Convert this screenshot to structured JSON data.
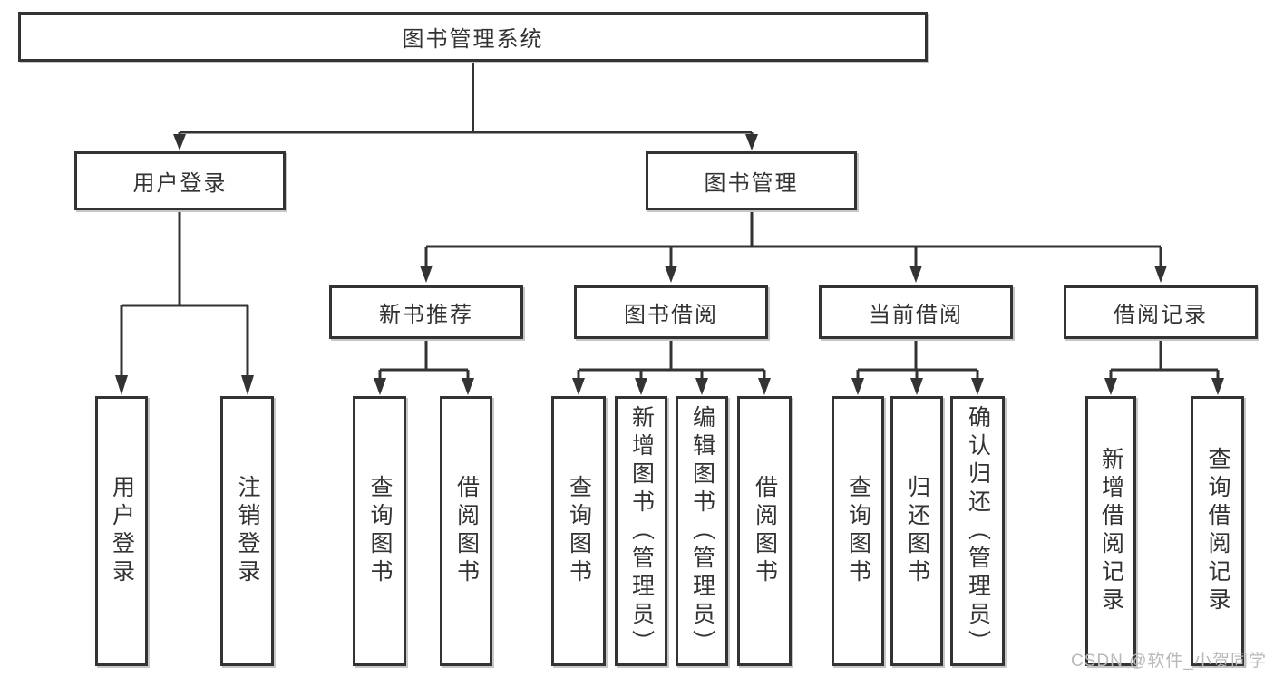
{
  "colors": {
    "line": "#333333",
    "text": "#333333",
    "background": "#ffffff",
    "watermark": "#b9b9b9"
  },
  "diagram": {
    "type": "hierarchy-tree",
    "root": {
      "label": "图书管理系统"
    },
    "branches": {
      "user_login": {
        "label": "用户登录",
        "children": [
          {
            "label": "用户登录"
          },
          {
            "label": "注销登录"
          }
        ]
      },
      "book_management": {
        "label": "图书管理",
        "sections": [
          {
            "label": "新书推荐",
            "children": [
              {
                "label": "查询图书"
              },
              {
                "label": "借阅图书"
              }
            ]
          },
          {
            "label": "图书借阅",
            "children": [
              {
                "label": "查询图书"
              },
              {
                "label": "新增图书（管理员）"
              },
              {
                "label": "编辑图书（管理员）"
              },
              {
                "label": "借阅图书"
              }
            ]
          },
          {
            "label": "当前借阅",
            "children": [
              {
                "label": "查询图书"
              },
              {
                "label": "归还图书"
              },
              {
                "label": "确认归还（管理员）"
              }
            ]
          },
          {
            "label": "借阅记录",
            "children": [
              {
                "label": "新增借阅记录"
              },
              {
                "label": "查询借阅记录"
              }
            ]
          }
        ]
      }
    }
  },
  "watermark": {
    "text": "CSDN @软件_小贺同学"
  }
}
